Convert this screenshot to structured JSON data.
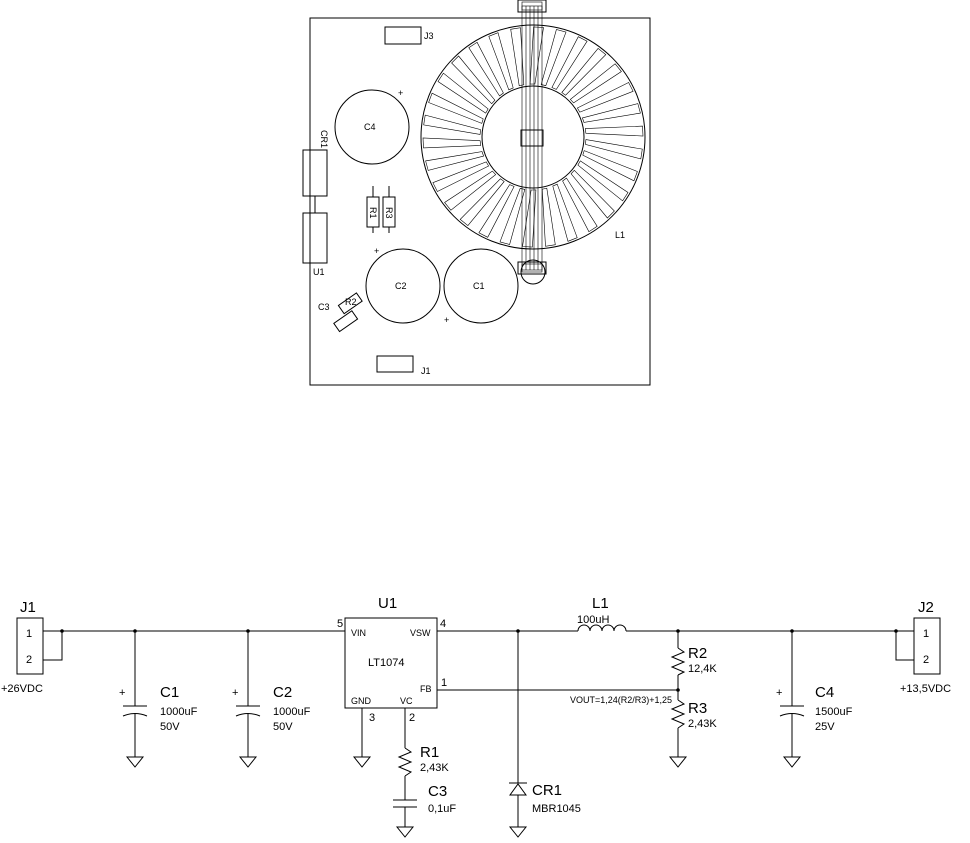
{
  "pcb": {
    "labels": {
      "j3": "J3",
      "c4": "C4",
      "cr1": "CR1",
      "r1": "R1",
      "r3": "R3",
      "u1": "U1",
      "c2": "C2",
      "c1": "C1",
      "l1": "L1",
      "c3": "C3",
      "r2": "R2",
      "j1": "J1",
      "plus": "+"
    }
  },
  "schematic": {
    "j1": {
      "ref": "J1",
      "pin1": "1",
      "pin2": "2",
      "value": "+26VDC"
    },
    "j2": {
      "ref": "J2",
      "pin1": "1",
      "pin2": "2",
      "value": "+13,5VDC"
    },
    "c1": {
      "ref": "C1",
      "value": "1000uF",
      "rating": "50V",
      "plus": "+"
    },
    "c2": {
      "ref": "C2",
      "value": "1000uF",
      "rating": "50V",
      "plus": "+"
    },
    "c4": {
      "ref": "C4",
      "value": "1500uF",
      "rating": "25V",
      "plus": "+"
    },
    "u1": {
      "ref": "U1",
      "part": "LT1074",
      "pin_vin": "VIN",
      "pin_vsw": "VSW",
      "pin_gnd": "GND",
      "pin_vc": "VC",
      "pin_fb": "FB",
      "num_vin": "5",
      "num_vsw": "4",
      "num_gnd": "3",
      "num_vc": "2",
      "num_fb": "1"
    },
    "l1": {
      "ref": "L1",
      "value": "100uH"
    },
    "r1": {
      "ref": "R1",
      "value": "2,43K"
    },
    "r2": {
      "ref": "R2",
      "value": "12,4K"
    },
    "r3": {
      "ref": "R3",
      "value": "2,43K"
    },
    "c3": {
      "ref": "C3",
      "value": "0,1uF"
    },
    "cr1": {
      "ref": "CR1",
      "part": "MBR1045"
    },
    "fb_net": "VOUT=1,24(R2/R3)+1,25"
  }
}
